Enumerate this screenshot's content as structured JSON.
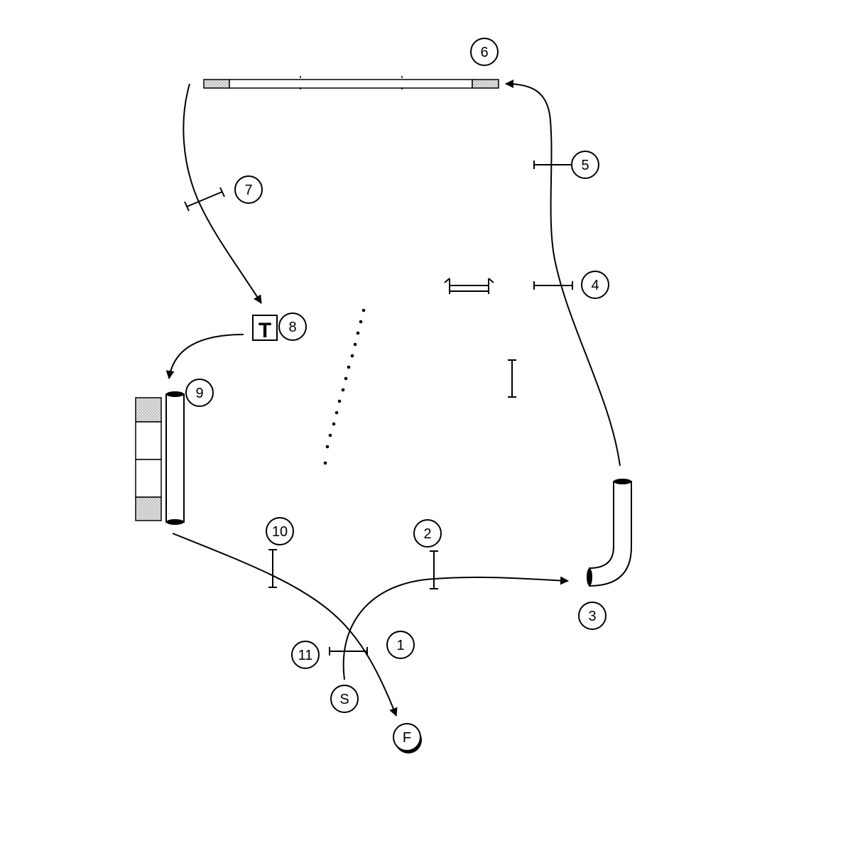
{
  "labels": {
    "start": "S",
    "finish": "F",
    "obstacle_1": "1",
    "obstacle_2": "2",
    "obstacle_3": "3",
    "obstacle_4": "4",
    "obstacle_5": "5",
    "obstacle_6": "6",
    "obstacle_7": "7",
    "obstacle_8": "8",
    "obstacle_9": "9",
    "obstacle_10": "10",
    "obstacle_11": "11"
  },
  "table_letter": "T",
  "colors": {
    "line": "#000000",
    "shading": "#d9d9d9",
    "background": "#ffffff"
  }
}
